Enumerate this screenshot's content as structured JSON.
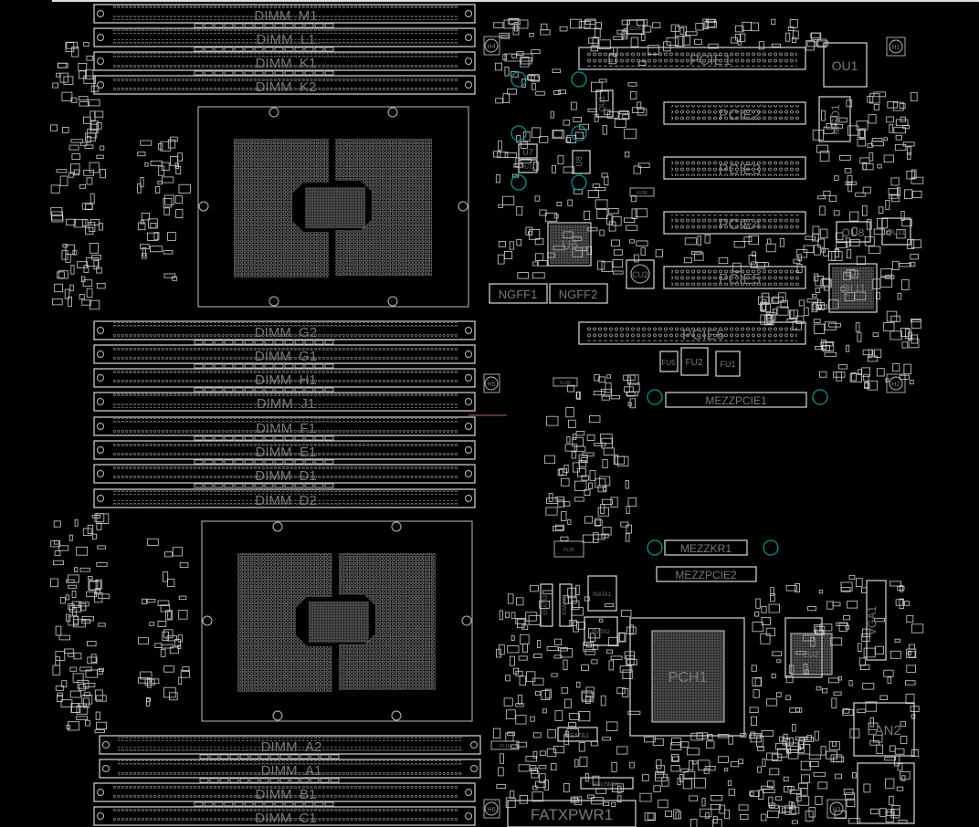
{
  "board": {
    "accent_outline": "#d8d8d8",
    "mount_hole_color": "#0e8f8f",
    "label_color": "#7a7a7a"
  },
  "dimms": [
    {
      "label": "DIMM_M1"
    },
    {
      "label": "DIMM_L1"
    },
    {
      "label": "DIMM_K1"
    },
    {
      "label": "DIMM_K2"
    },
    {
      "label": "DIMM_G2"
    },
    {
      "label": "DIMM_G1"
    },
    {
      "label": "DIMM_H1"
    },
    {
      "label": "DIMM_J1"
    },
    {
      "label": "DIMM_F1"
    },
    {
      "label": "DIMM_E1"
    },
    {
      "label": "DIMM_D1"
    },
    {
      "label": "DIMM_D2"
    },
    {
      "label": "DIMM_A2"
    },
    {
      "label": "DIMM_A1"
    },
    {
      "label": "DIMM_B1"
    },
    {
      "label": "DIMM_C1"
    }
  ],
  "slots": {
    "pcie1": "PCIE1",
    "pcie2": "PCIE2",
    "pcie3": "PCIE3",
    "pcie4": "PCIE4",
    "pcie5": "PCIE5",
    "pcie6": "PCIE6",
    "mezzpcie1": "MEZZPCIE1",
    "mezzkr1": "MEZZKR1",
    "mezzpcie2": "MEZZPCIE2",
    "ngff1": "NGFF1",
    "ngff2": "NGFF2"
  },
  "chips": {
    "ou1": "OU1",
    "msd1": "MSD1",
    "qu8": "QU8",
    "qu11": "QU11",
    "qu1": "QU1",
    "u6": "U6",
    "cu2": "CU2",
    "qu3": "QU3",
    "u7": "U7",
    "u8": "U8",
    "pu72": "PU72",
    "cu5": "CU5",
    "pch": "PCH1",
    "lu2": "LU2",
    "fu5": "FU5",
    "fu2": "FU2",
    "fu1": "FU1"
  },
  "connectors": {
    "fatxpwr1": "FATXPWR1",
    "lan2": "LAN2",
    "vga1": "VGA1",
    "isata1": "ISATA1",
    "isata2": "ISATA2",
    "ssata1": "SSATA1",
    "ssata2": "SSATA2",
    "ssata3": "SSATA3",
    "psusmb1": "PSUSMB1",
    "fl48": "FL48",
    "fl20": "FL20",
    "fl56": "FL56",
    "fl30": "FL30",
    "fl29": "FL29",
    "fl10": "FL10"
  },
  "holes": {
    "h1": "H1",
    "h2": "H2",
    "h3": "H3",
    "h4": "H4",
    "h5": "H5",
    "h6": "H6"
  }
}
